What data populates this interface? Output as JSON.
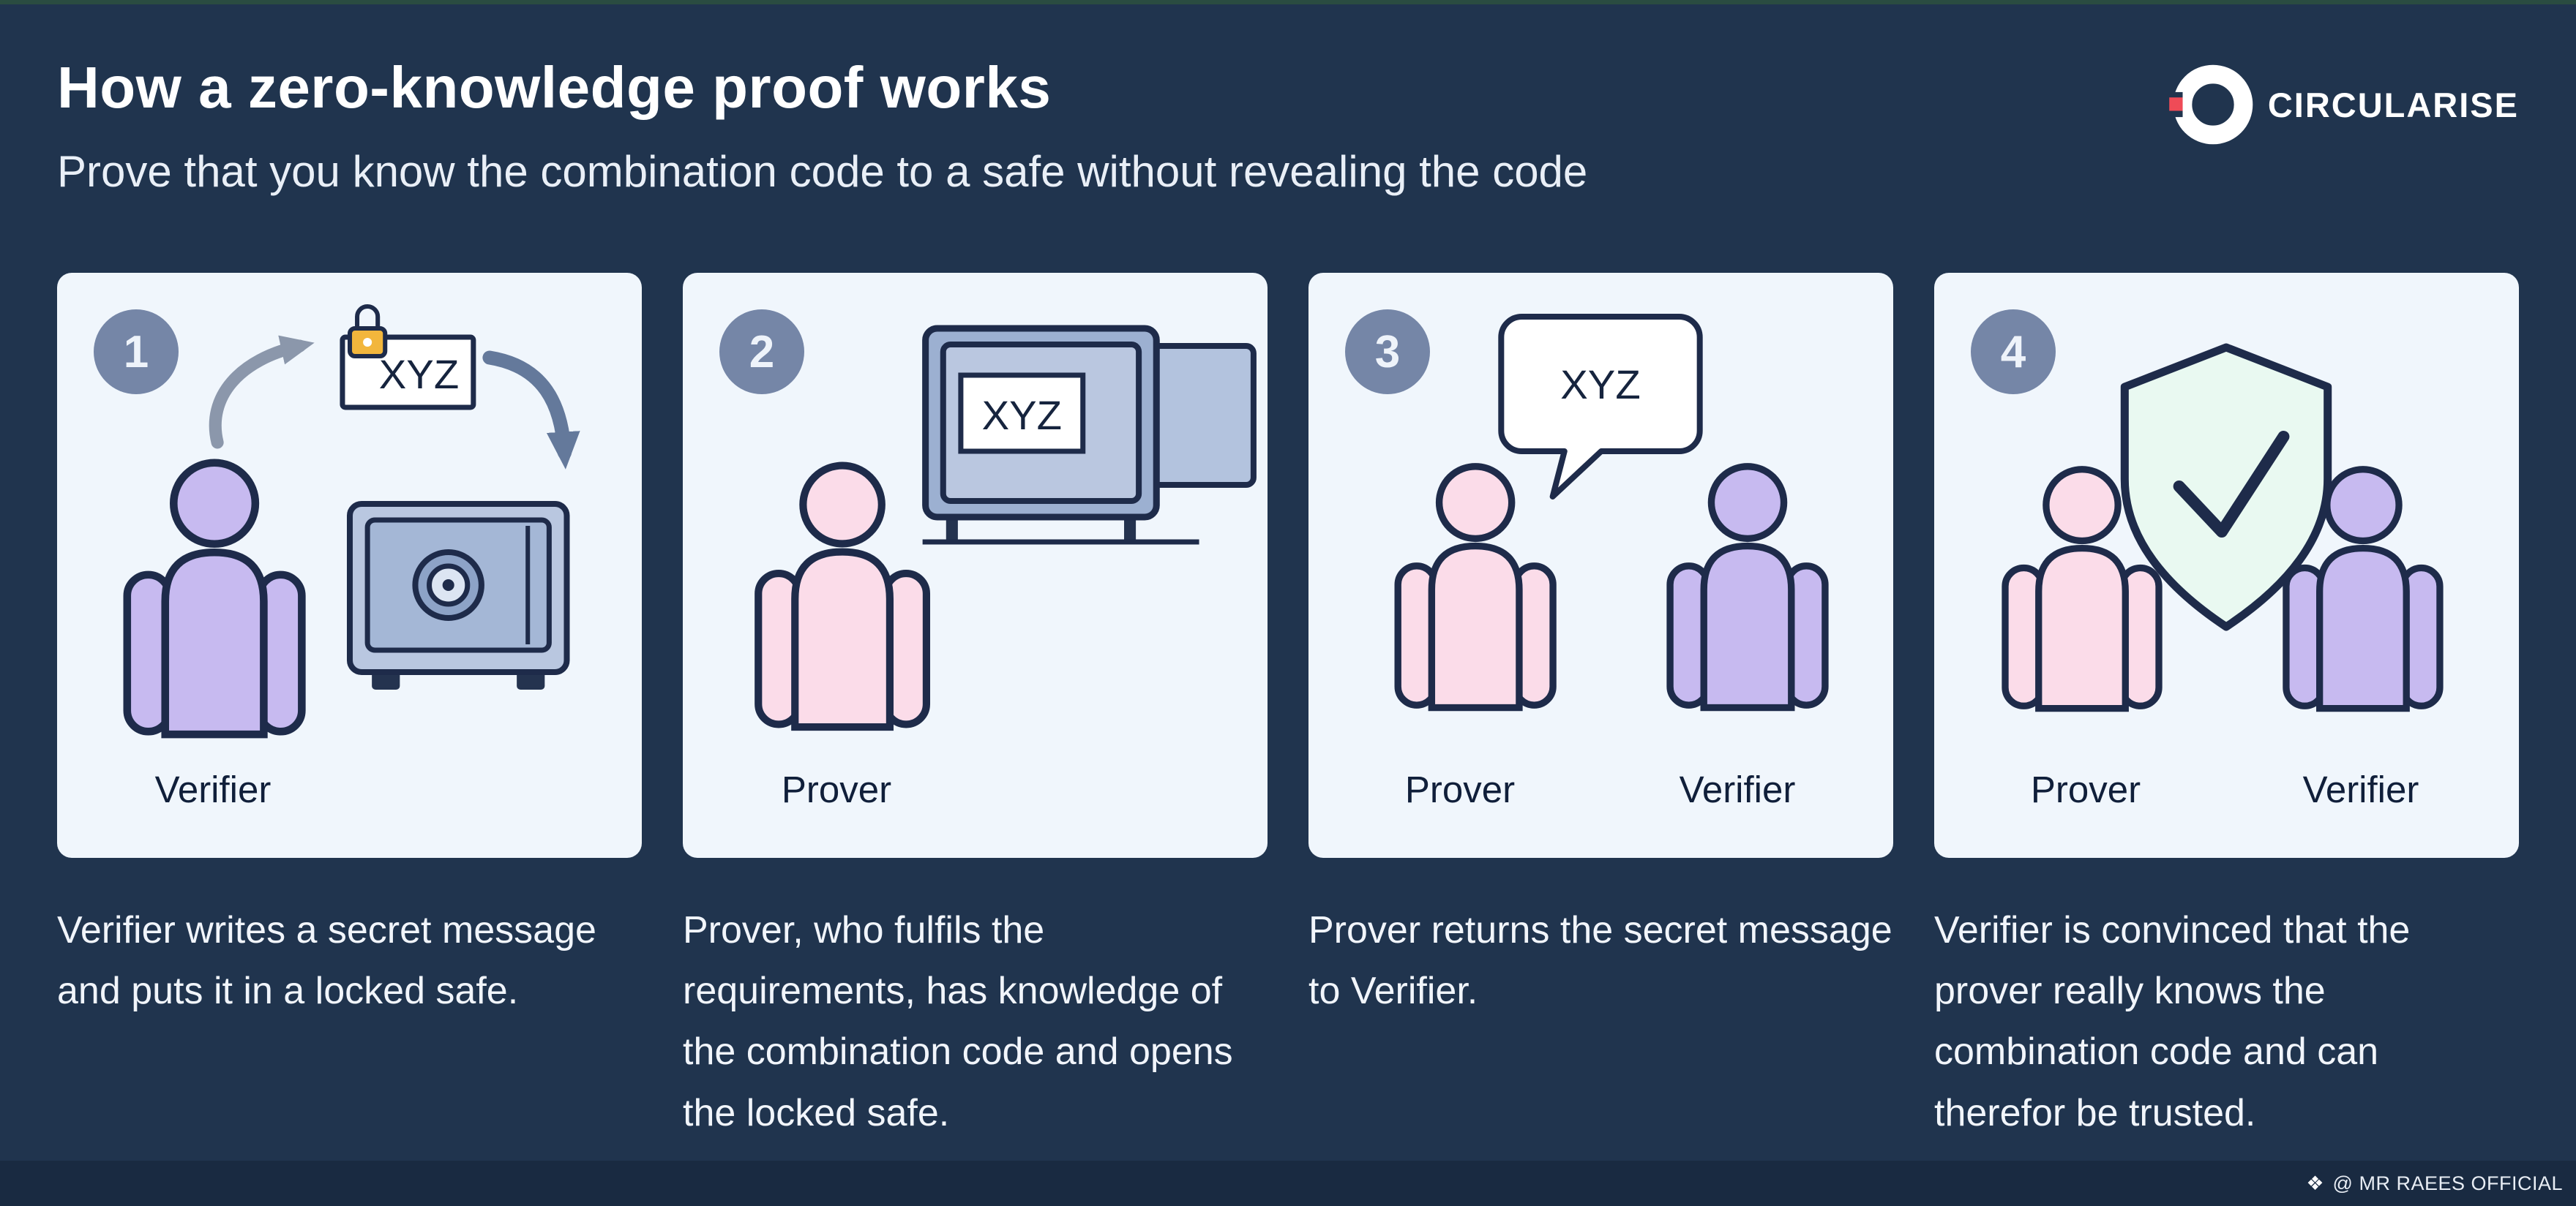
{
  "header": {
    "title": "How a zero-knowledge proof works",
    "subtitle": "Prove that you know the combination code to a safe without revealing the code",
    "brand": "CIRCULARISE"
  },
  "panels": [
    {
      "number": "1",
      "code": "XYZ",
      "labels": [
        "Verifier"
      ],
      "caption": "Verifier writes a secret message and puts it in a locked safe."
    },
    {
      "number": "2",
      "code": "XYZ",
      "labels": [
        "Prover"
      ],
      "caption": "Prover, who fulfils the requirements, has knowledge of the combination code and opens the locked safe."
    },
    {
      "number": "3",
      "code": "XYZ",
      "labels": [
        "Prover",
        "Verifier"
      ],
      "caption": "Prover returns the secret message to Verifier."
    },
    {
      "number": "4",
      "labels": [
        "Prover",
        "Verifier"
      ],
      "caption": "Verifier is convinced that the prover really knows the combination code and can therefor be trusted."
    }
  ],
  "footer": {
    "credit_icon": "❖",
    "credit": "@ MR RAEES OFFICIAL"
  },
  "colors": {
    "background": "#20344e",
    "card": "#f0f6fc",
    "badge": "#7586a7",
    "outline": "#1e2b4a",
    "prover_fill": "#fbdce9",
    "verifier_fill": "#c7baf0",
    "shield_fill": "#e9f9f1",
    "safe_fill": "#b9c7e0",
    "brand_red": "#ef4b57",
    "text_light": "#f1f5fb"
  }
}
